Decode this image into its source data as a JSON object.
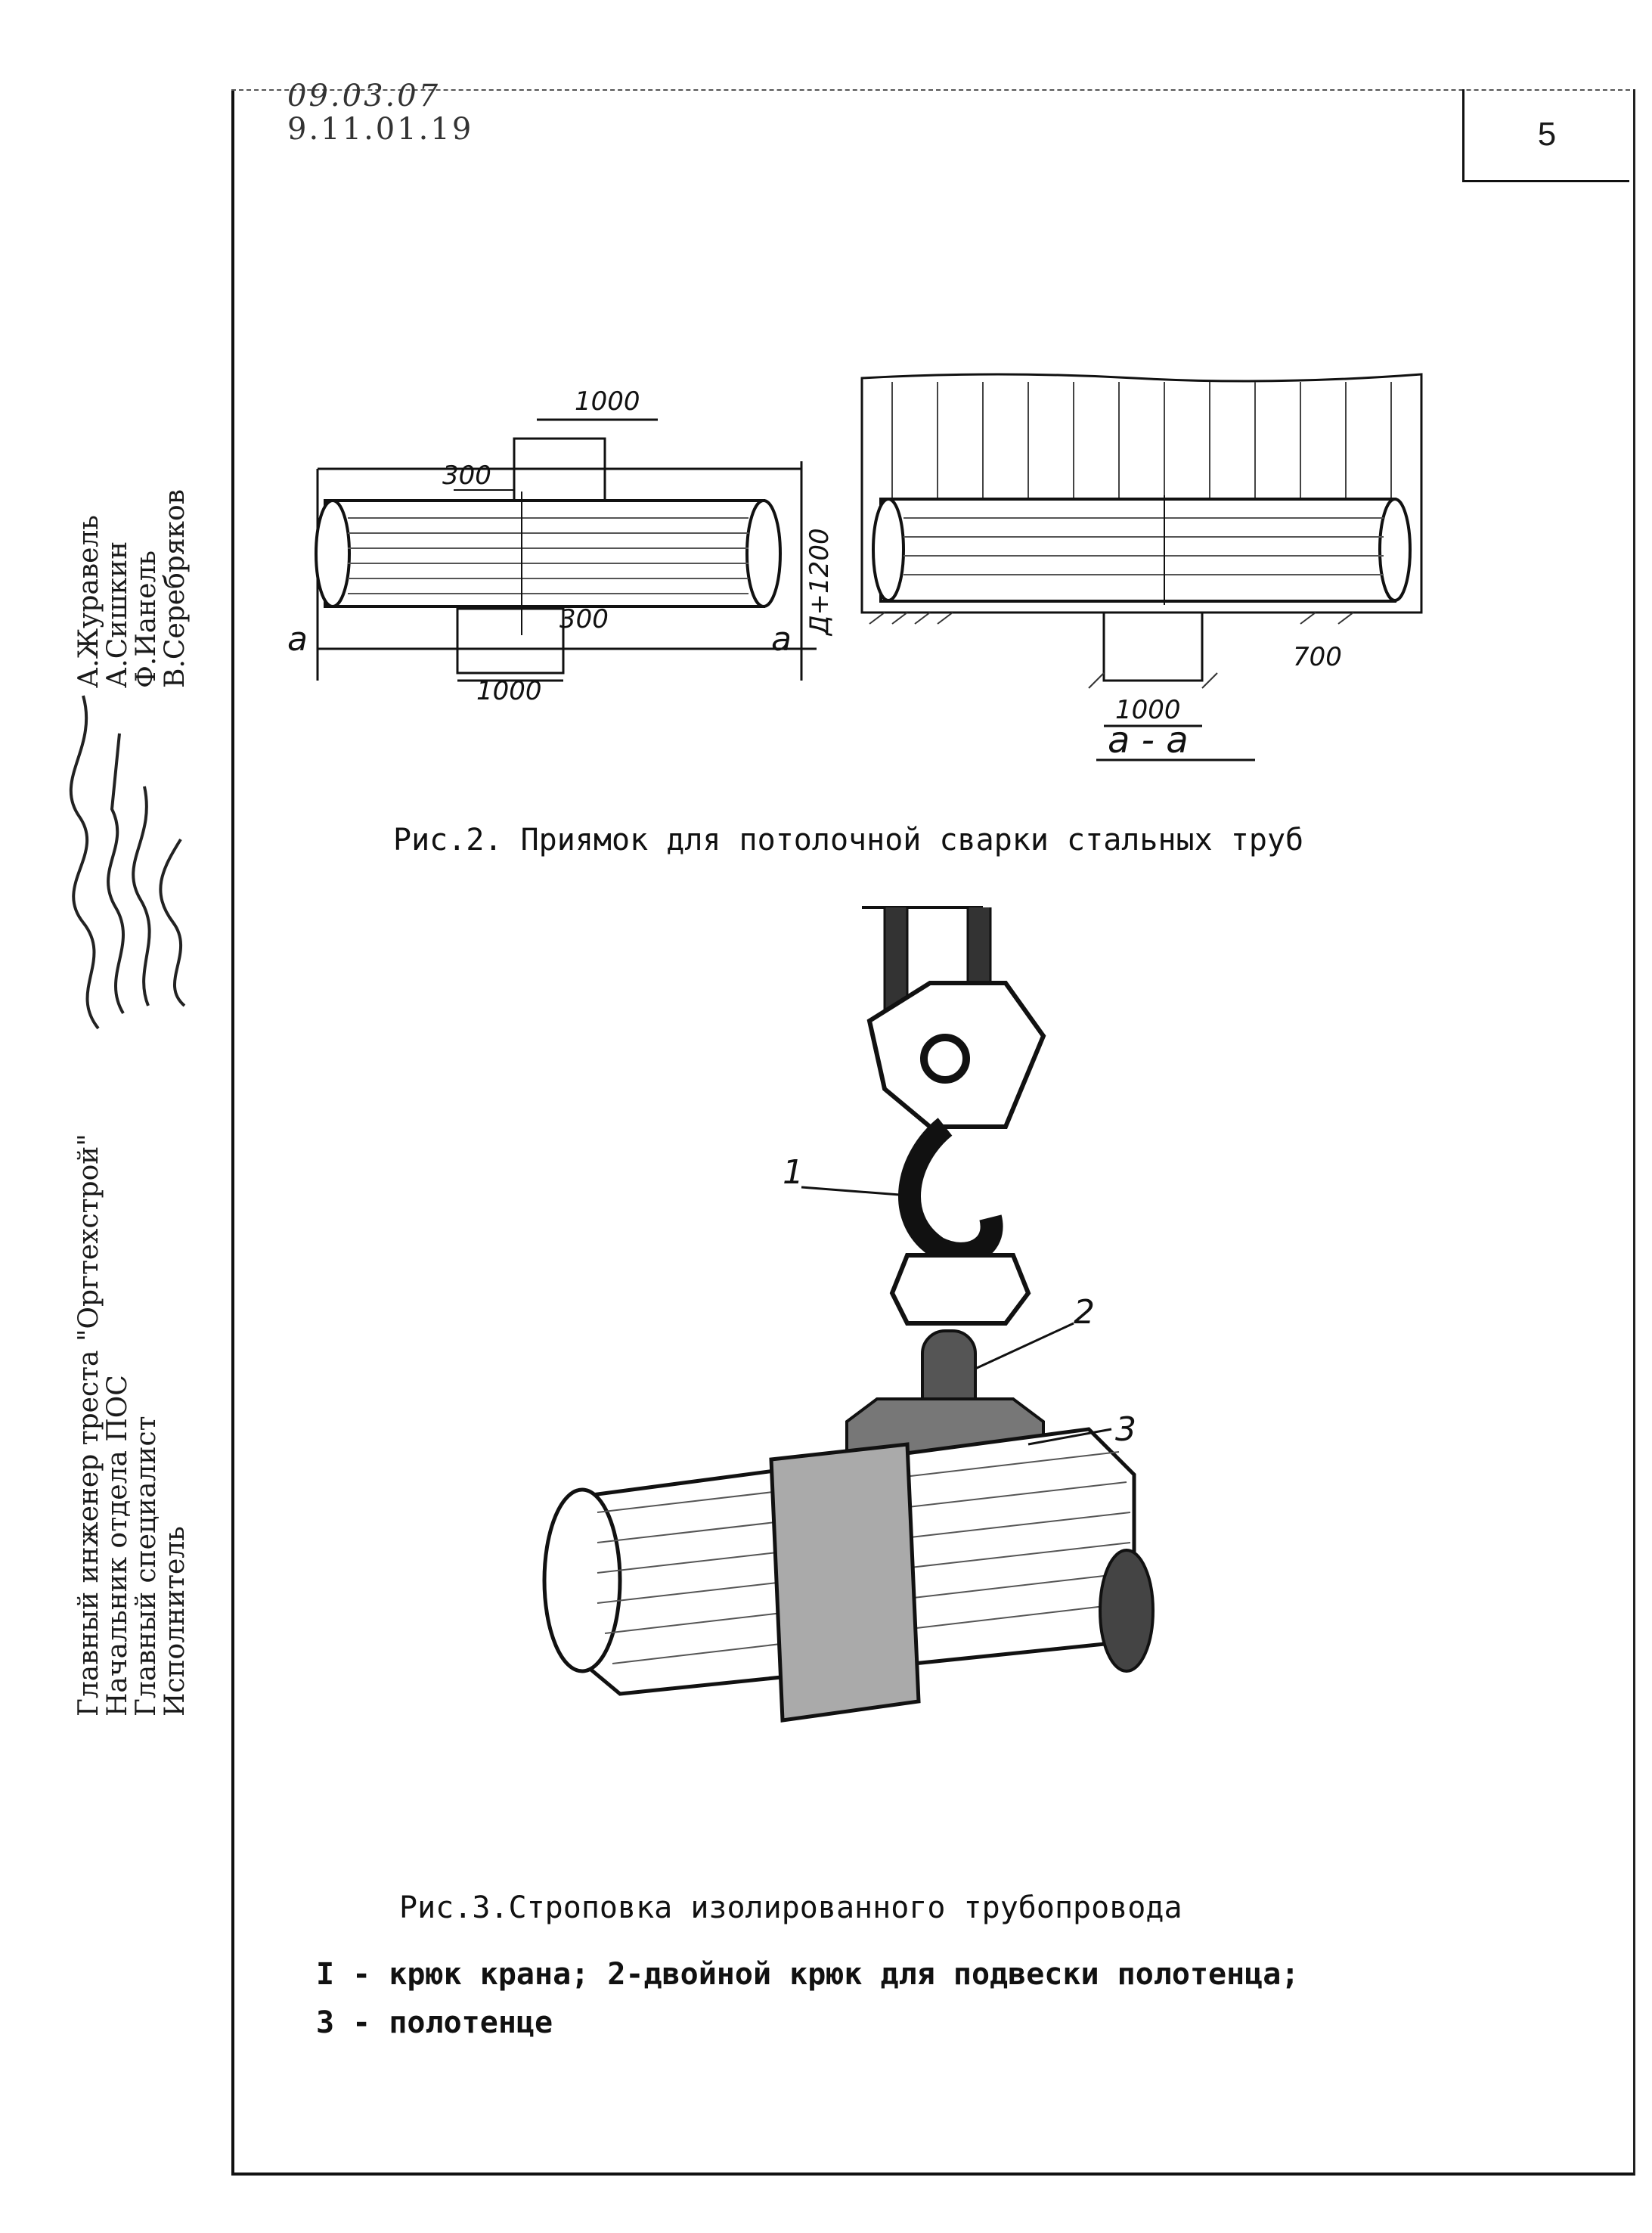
{
  "header": {
    "code_1": "09.03.07",
    "code_2": "9.11.01.19",
    "page_number": "5"
  },
  "side_block": {
    "rows": [
      {
        "role": "Главный инженер треста \"Оргтехстрой\"",
        "name": "А.Журавель"
      },
      {
        "role": "Начальник отдела ПОС",
        "name": "А.Сишкин"
      },
      {
        "role": "Главный специалист",
        "name": "Ф.Ианель"
      },
      {
        "role": "Исполнитель",
        "name": "В.Серебряков"
      }
    ]
  },
  "figure2": {
    "caption": "Рис.2. Приямок для потолочной сварки стальных труб",
    "dims": {
      "top_width": "1000",
      "bottom_width": "1000",
      "offset_top": "300",
      "offset_bottom": "300",
      "height": "Д+1200",
      "section_mark_left": "а",
      "section_mark_right": "а",
      "pit_width": "1000",
      "pit_depth": "700",
      "section_label": "а - а"
    }
  },
  "figure3": {
    "caption": "Рис.3.Строповка изолированного трубопровода",
    "callouts": [
      "1",
      "2",
      "3"
    ],
    "legend_line_1": "I - крюк крана; 2-двойной крюк для подвески полотенца;",
    "legend_line_2": "3 - полотенце"
  }
}
